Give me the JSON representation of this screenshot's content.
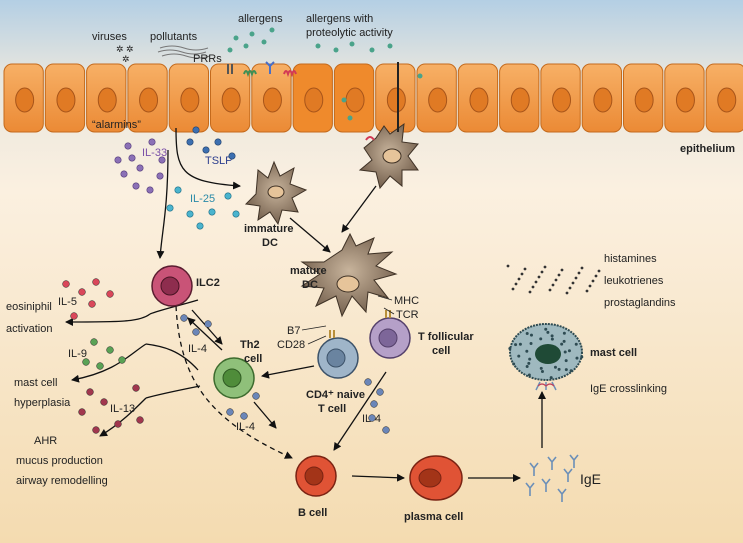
{
  "triggers": {
    "viruses": "viruses",
    "pollutants": "pollutants",
    "allergens": "allergens",
    "allergens_proteolytic": [
      "allergens with",
      "proteolytic activity"
    ],
    "prrs": "PRRs"
  },
  "epithelium": "epithelium",
  "alarmins": {
    "label": "“alarmins”",
    "il33": "IL-33",
    "tslp": "TSLP",
    "il25": "IL-25"
  },
  "cells": {
    "immature_dc": [
      "immature",
      "DC"
    ],
    "mature_dc": [
      "mature",
      "DC"
    ],
    "ilc2": "ILC2",
    "th2": [
      "Th2",
      "cell"
    ],
    "cd4_naive": [
      "CD4⁺ naive",
      "T cell"
    ],
    "t_follicular": [
      "T follicular",
      "cell"
    ],
    "b_cell": "B cell",
    "plasma_cell": "plasma cell",
    "mast_cell": "mast cell"
  },
  "molecules": {
    "b7": "B7",
    "cd28": "CD28",
    "mhc": "MHC",
    "tcr": "TCR",
    "il4_a": "IL-4",
    "il4_b": "IL-4",
    "il4_c": "IL-4",
    "il5": "IL-5",
    "il9": "IL-9",
    "il13": "IL-13",
    "ige": "IgE",
    "ige_crosslinking": "IgE crosslinking"
  },
  "outcomes": {
    "eosinophil": [
      "eosiniphil",
      "activation"
    ],
    "mast": [
      "mast cell",
      "hyperplasia"
    ],
    "airway": [
      "AHR",
      "mucus production",
      "airway remodelling"
    ]
  },
  "mediators": [
    "histamines",
    "leukotrienes",
    "prostaglandins"
  ],
  "colors": {
    "sky": "#b9d2e6",
    "bg_bottom": "#f6dfb8",
    "epithelial_cell": "#f4a14f",
    "ilc2": "#c95377",
    "th2": "#8fc07a",
    "naive_t": "#9fb5c9",
    "tfh": "#b5a0c8",
    "b_cell": "#e05335",
    "mast_cell": "#9fb9bf",
    "il33_dots": "#8b70b6",
    "il25_dots": "#4ab4ce",
    "il4_dots": "#6b86b8",
    "il5_dots": "#d9475a",
    "il9_dots": "#5aa255",
    "il13_dots": "#a1374e"
  }
}
